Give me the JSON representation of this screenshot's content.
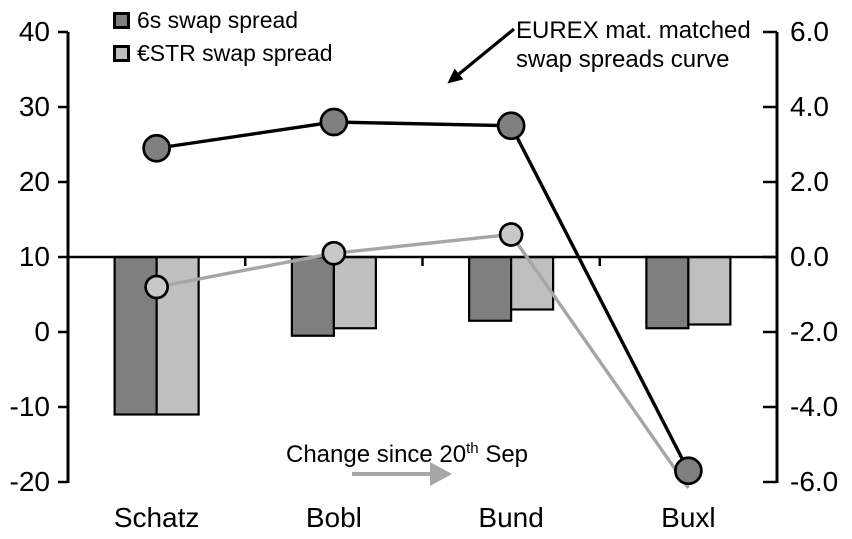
{
  "chart_data": {
    "type": "combo",
    "categories": [
      "Schatz",
      "Bobl",
      "Bund",
      "Buxl"
    ],
    "left_axis": {
      "ticks": [
        "40",
        "30",
        "20",
        "10",
        "0",
        "-10",
        "-20"
      ],
      "max": 40,
      "min": -20,
      "grid": false
    },
    "right_axis": {
      "ticks": [
        "6.0",
        "4.0",
        "2.0",
        "0.0",
        "-2.0",
        "-4.0",
        "-6.0"
      ],
      "max": 6.0,
      "min": -6.0
    },
    "bar_series": [
      {
        "name": "6s swap spread",
        "axis": "right",
        "color": "#7f7f7f",
        "values": [
          -4.2,
          -2.1,
          -1.7,
          -1.9
        ]
      },
      {
        "name": "€STR swap spread",
        "axis": "right",
        "color": "#bfbfbf",
        "values": [
          -4.2,
          -1.9,
          -1.4,
          -1.8
        ]
      }
    ],
    "line_series": [
      {
        "name": "6s swap spread curve",
        "axis": "left",
        "color": "#000000",
        "marker_fill": "#808080",
        "values": [
          24.5,
          28.0,
          27.5,
          -18.5
        ],
        "markers": [
          true,
          true,
          true,
          true
        ]
      },
      {
        "name": "€STR swap spread curve",
        "axis": "left",
        "color": "#a6a6a6",
        "marker_fill": "#c8c8c8",
        "values": [
          6.0,
          10.5,
          13.0,
          -20.8
        ],
        "markers": [
          true,
          true,
          true,
          false
        ]
      }
    ],
    "legend_position": "top-left",
    "title": ""
  },
  "legend": {
    "items": [
      {
        "label": "6s swap spread",
        "color": "#7f7f7f"
      },
      {
        "label": "€STR swap spread",
        "color": "#bfbfbf"
      }
    ]
  },
  "annotations": {
    "curve_label": "EUREX mat. matched swap spreads curve",
    "change_prefix": "Change since 20",
    "change_sup": "th",
    "change_suffix": " Sep",
    "arrow_color": "#a6a6a6"
  }
}
